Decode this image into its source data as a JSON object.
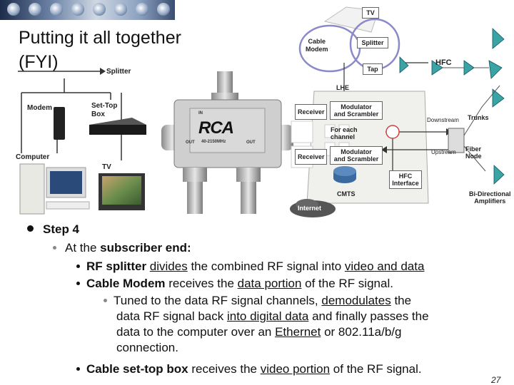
{
  "slide": {
    "title_line1": "Putting it all together",
    "title_line2": "(FYI)",
    "page_number": "27"
  },
  "left_diagram": {
    "splitter": "Splitter",
    "modem": "Modem",
    "settop_line1": "Set-Top",
    "settop_line2": "Box",
    "computer": "Computer",
    "tv": "TV"
  },
  "device": {
    "brand": "RCA",
    "input": "IN",
    "range": "40-2150MHz",
    "out_left": "OUT",
    "out_right": "OUT"
  },
  "network_diagram": {
    "tv": "TV",
    "cable_modem_line1": "Cable",
    "cable_modem_line2": "Modem",
    "splitter": "Splitter",
    "tap": "Tap",
    "hfc": "HFC",
    "lhe": "LHE",
    "receiver_top": "Receiver",
    "mod_top_line1": "Modulator",
    "mod_top_line2": "and Scrambler",
    "for_each_line1": "For each",
    "for_each_line2": "channel",
    "receiver_bottom": "Receiver",
    "mod_bottom_line1": "Modulator",
    "mod_bottom_line2": "and Scrambler",
    "downstream": "Downstream",
    "trunks": "Trunks",
    "upstream": "Upstream",
    "fiber_line1": "Fiber",
    "fiber_line2": "Node",
    "hfc_if_line1": "HFC",
    "hfc_if_line2": "Interface",
    "cmts": "CMTS",
    "internet": "Internet",
    "bidir_line1": "Bi-Directional",
    "bidir_line2": "Amplifiers"
  },
  "text": {
    "step": "Step 4",
    "l1_a": "At the ",
    "l1_b": "subscriber end:",
    "l2_a": "RF splitter",
    "l2_b": " ",
    "l2_c": "divides",
    "l2_d": " the combined RF signal into ",
    "l2_e": "video and data",
    "l3_a": "Cable Modem",
    "l3_b": " receives the ",
    "l3_c": "data portion",
    "l3_d": " of the RF signal.",
    "l4_line1_a": "Tuned to the data RF signal channels, ",
    "l4_line1_b": "demodulates",
    "l4_line1_c": " the",
    "l4_line2_a": "data RF signal back ",
    "l4_line2_b": "into digital data",
    "l4_line2_c": " and finally passes the",
    "l4_line3_a": "data to the computer over an ",
    "l4_line3_b": "Ethernet",
    "l4_line3_c": " or 802.11a/b/g",
    "l4_line4": "connection.",
    "l5_a": "Cable set-top box",
    "l5_b": " receives the ",
    "l5_c": "video portion",
    "l5_d": " of the RF signal."
  }
}
